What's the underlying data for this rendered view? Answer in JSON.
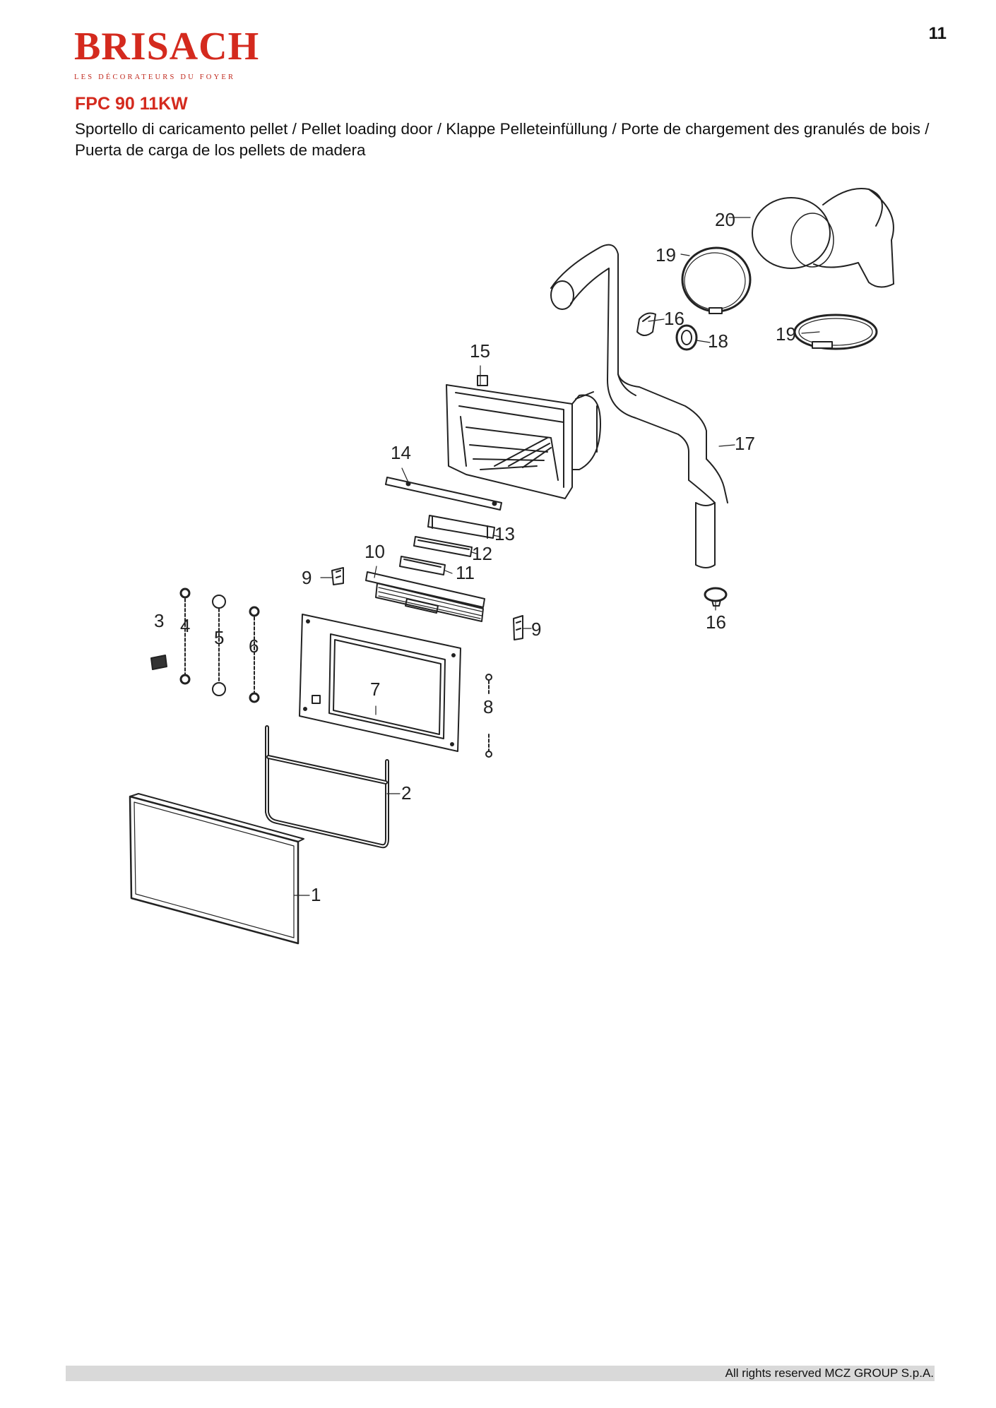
{
  "page": {
    "number": "11"
  },
  "brand": {
    "name": "BRISACH",
    "tagline": "LES DÉCORATEURS DU FOYER",
    "color": "#d42a1e"
  },
  "header": {
    "model": "FPC 90 11KW",
    "subtitle": "Sportello di caricamento pellet / Pellet loading door / Klappe Pelleteinfüllung / Porte de chargement des granulés de bois / Puerta de carga de los pellets de madera"
  },
  "diagram": {
    "callouts": [
      "1",
      "2",
      "3",
      "4",
      "5",
      "6",
      "7",
      "8",
      "9",
      "9",
      "10",
      "11",
      "12",
      "13",
      "14",
      "15",
      "16",
      "16",
      "17",
      "18",
      "19",
      "19",
      "20"
    ]
  },
  "footer": {
    "copyright": "All rights reserved MCZ GROUP S.p.A."
  }
}
